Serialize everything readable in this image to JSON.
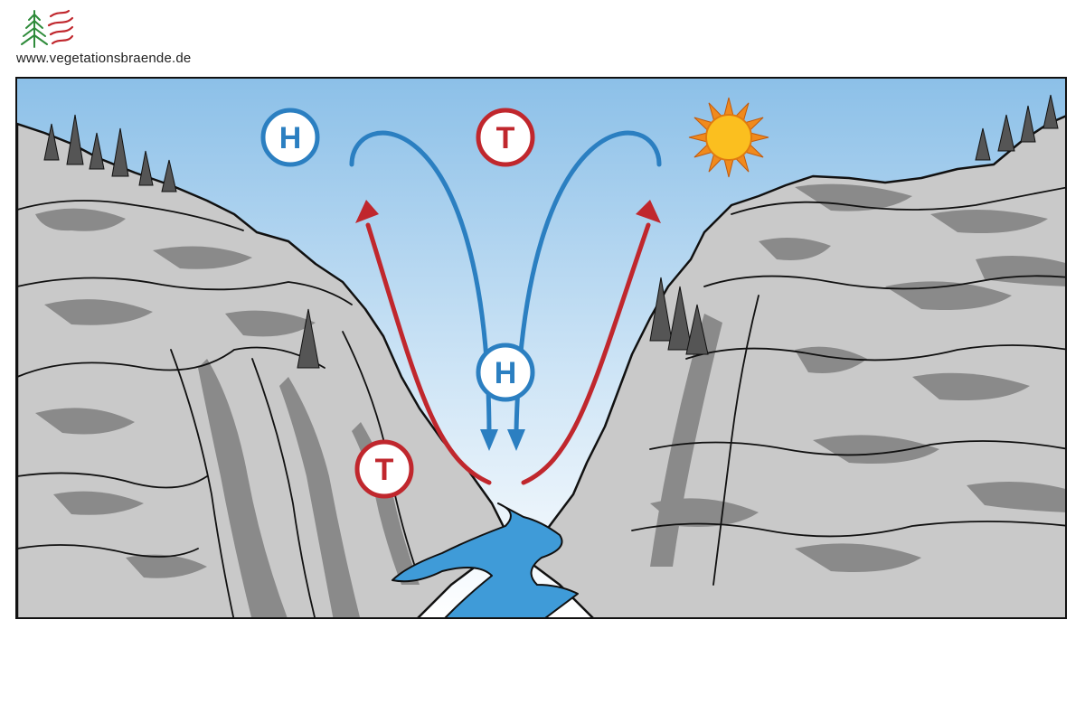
{
  "header": {
    "site_url": "www.vegetationsbraende.de",
    "logo_icon": "tree-and-flame-logo-icon"
  },
  "diagram": {
    "labels": {
      "high_pressure": "H",
      "low_pressure": "T"
    },
    "icons": {
      "sun": "sun-icon",
      "descending_flow": "blue-down-arrow-icon",
      "ascending_flow": "red-up-arrow-icon"
    },
    "colors": {
      "high_pressure": "#2b7fc1",
      "low_pressure": "#c0272d",
      "sky_top": "#8cc0e8",
      "sky_bottom": "#ffffff",
      "rock": "#c9c9c9",
      "rock_shadow": "#8a8a8a",
      "river": "#3f9bd8",
      "sun_core": "#fbbf1f",
      "sun_rays": "#f08a1d"
    }
  }
}
